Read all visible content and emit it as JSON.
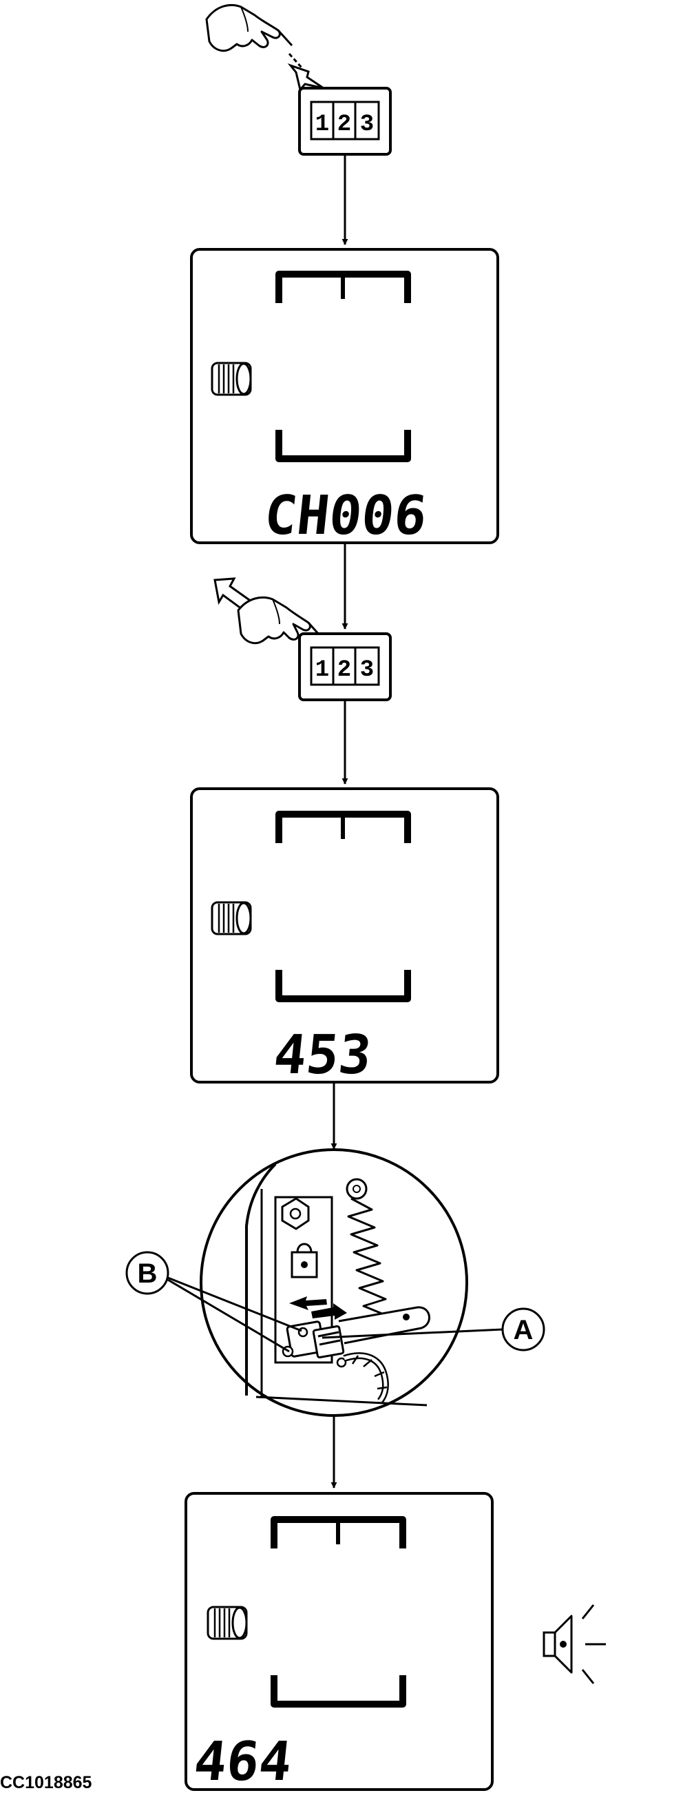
{
  "figure": {
    "id": "CC1018865"
  },
  "keypad": {
    "digits": [
      "1",
      "2",
      "3"
    ]
  },
  "displays": [
    {
      "readout": "CH006"
    },
    {
      "readout": "453"
    },
    {
      "readout": "464"
    }
  ],
  "callouts": {
    "a": "A",
    "b": "B"
  }
}
